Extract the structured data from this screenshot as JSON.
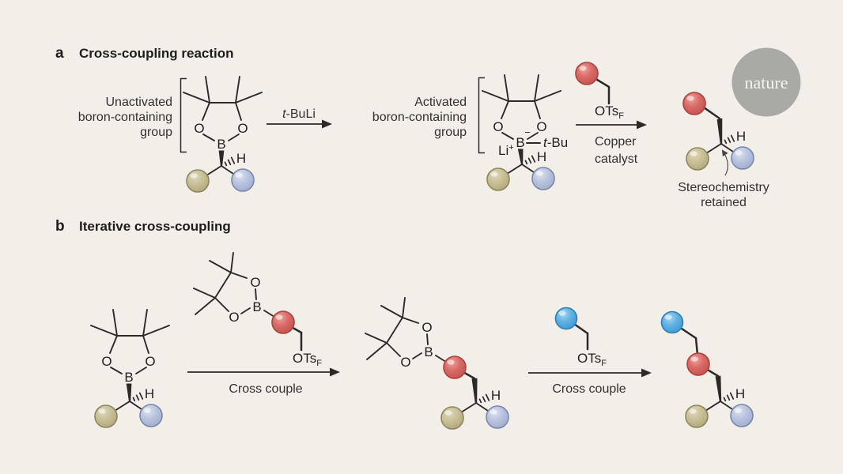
{
  "colors": {
    "background": "#f2efe8",
    "ink": "#2c2a28",
    "sphere_red": "#d96a66",
    "sphere_red_border": "#a8433f",
    "sphere_olive": "#c9c098",
    "sphere_olive_border": "#8d8660",
    "sphere_bluegray": "#b9c4de",
    "sphere_bluegray_border": "#7888ad",
    "sphere_cyan": "#5fb2e3",
    "sphere_cyan_border": "#2e7fb6",
    "nature_logo_gray": "#a9a9a6"
  },
  "logo": {
    "text": "nature"
  },
  "atoms": {
    "oxygen": "O",
    "boron": "B",
    "hydrogen": "H",
    "lithium": "Li",
    "lithium_charge": "+",
    "boron_charge": "−"
  },
  "labels": {
    "otsf_main": "OTs",
    "otsf_sub": "F",
    "tbuli_italic": "t",
    "tbuli_rest": "-BuLi",
    "tbu_italic": "t",
    "tbu_rest": "-Bu"
  },
  "panel_a": {
    "label": "a",
    "title": "Cross-coupling reaction",
    "unactivated_label": {
      "line1": "Unactivated",
      "line2": "boron-containing",
      "line3": "group"
    },
    "activated_label": {
      "line1": "Activated",
      "line2": "boron-containing",
      "line3": "group"
    },
    "catalyst_label": {
      "line1": "Copper",
      "line2": "catalyst"
    },
    "stereo_annotation": {
      "line1": "Stereochemistry",
      "line2": "retained"
    }
  },
  "panel_b": {
    "label": "b",
    "title": "Iterative cross-coupling",
    "arrow1_label": "Cross couple",
    "arrow2_label": "Cross couple"
  }
}
